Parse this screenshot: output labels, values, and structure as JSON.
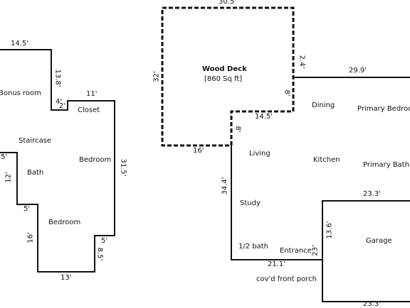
{
  "rooms": {
    "bonus_room": "Bonus room",
    "closet": "Closet",
    "staircase": "Staircase",
    "bath": "Bath",
    "bedroom_upper": "Bedroom",
    "bedroom_lower": "Bedroom",
    "wood_deck": "Wood Deck",
    "wood_deck_area": "[860 Sq ft]",
    "dining": "Dining",
    "primary_bedroom": "Primary Bedroo",
    "living": "Living",
    "kitchen": "Kitchen",
    "primary_bath": "Primary Bath",
    "study": "Study",
    "half_bath": "1/2 bath",
    "entrance": "Entrance",
    "garage": "Garage",
    "front_porch": "cov'd front porch"
  },
  "dimensions": {
    "d_14_5_top": "14.5'",
    "d_13_8": "13.8'",
    "d_4": "4'",
    "d_2": "2'",
    "d_11": "11'",
    "d_31_5": "31.5'",
    "d_5_left": ".5'",
    "d_12": "12'",
    "d_5_bath": "5'",
    "d_16_left": "16'",
    "d_5_right": "5'",
    "d_8_5": "8.5'",
    "d_13": "13'",
    "d_30_5": "30.5'",
    "d_32": "32'",
    "d_2_4": "2.4'",
    "d_8_deck": "8'",
    "d_14_5_deck": "14.5'",
    "d_8_living": "8'",
    "d_16_deck": "16'",
    "d_29_9": "29.9'",
    "d_34_4": "34.4'",
    "d_23_3_top": "23.3'",
    "d_13_6": "13.6'",
    "d_23": "23'",
    "d_21_1": "21.1'",
    "d_23_3_bottom": "23.3'"
  }
}
